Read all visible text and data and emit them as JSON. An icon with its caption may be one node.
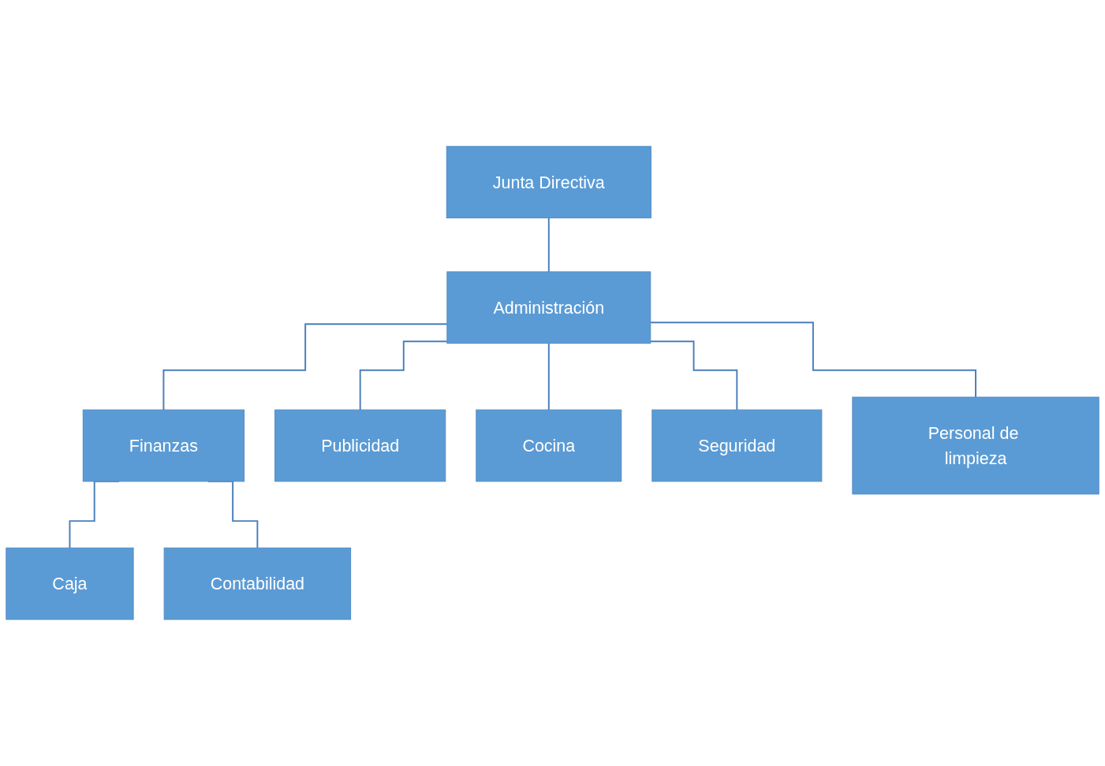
{
  "diagram": {
    "nodes": [
      {
        "text": [
          "Junta Directiva"
        ]
      },
      {
        "text": [
          "Administración"
        ]
      },
      {
        "text": [
          "Finanzas"
        ]
      },
      {
        "text": [
          "Publicidad"
        ]
      },
      {
        "text": [
          "Cocina"
        ]
      },
      {
        "text": [
          "Seguridad"
        ]
      },
      {
        "text": [
          "Personal de limpieza"
        ]
      },
      {
        "text": [
          "Caja"
        ]
      },
      {
        "text": [
          "Contabilidad"
        ]
      }
    ],
    "edges": [
      {
        "from": 0,
        "to": 1,
        "arrow": "none"
      },
      {
        "from": 1,
        "to": 2,
        "arrow": "none"
      },
      {
        "from": 1,
        "to": 3,
        "arrow": "none"
      },
      {
        "from": 1,
        "to": 4,
        "arrow": "none"
      },
      {
        "from": 1,
        "to": 5,
        "arrow": "none"
      },
      {
        "from": 1,
        "to": 6,
        "arrow": "none"
      },
      {
        "from": 2,
        "to": 7,
        "arrow": "none"
      },
      {
        "from": 2,
        "to": 8,
        "arrow": "none"
      }
    ]
  }
}
